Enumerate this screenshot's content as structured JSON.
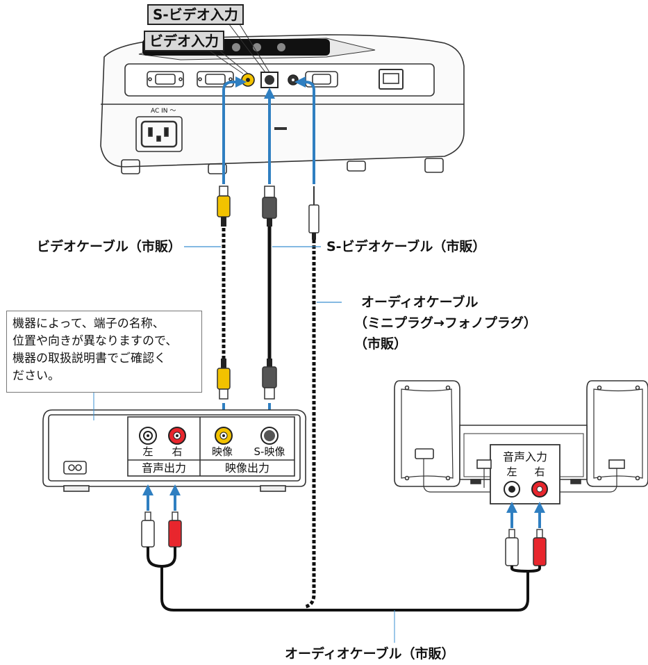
{
  "projector": {
    "tag_s_video": "S-ビデオ入力",
    "tag_video": "ビデオ入力",
    "ac_in": "AC IN ～"
  },
  "cables": {
    "video": "ビデオケーブル（市販）",
    "s_video": "S-ビデオケーブル（市販）",
    "audio_mini_line1": "オーディオケーブル",
    "audio_mini_line2": "（ミニプラグ→フォノプラグ）",
    "audio_mini_line3": "（市販）",
    "audio_bottom": "オーディオケーブル（市販）"
  },
  "note": "機器によって、端子の名称、\n位置や向きが異なりますので、\n機器の取扱説明書でご確認く\nださい。",
  "av_device": {
    "left": "左",
    "right": "右",
    "video": "映像",
    "s_video": "S-映像",
    "audio_out": "音声出力",
    "video_out": "映像出力"
  },
  "speaker": {
    "audio_in": "音声入力",
    "left": "左",
    "right": "右"
  },
  "colors": {
    "arrow_blue": "#2f7fc1",
    "plug_yellow": "#f2c200",
    "plug_red": "#e8262d",
    "leader_blue": "#3a8fd0"
  }
}
